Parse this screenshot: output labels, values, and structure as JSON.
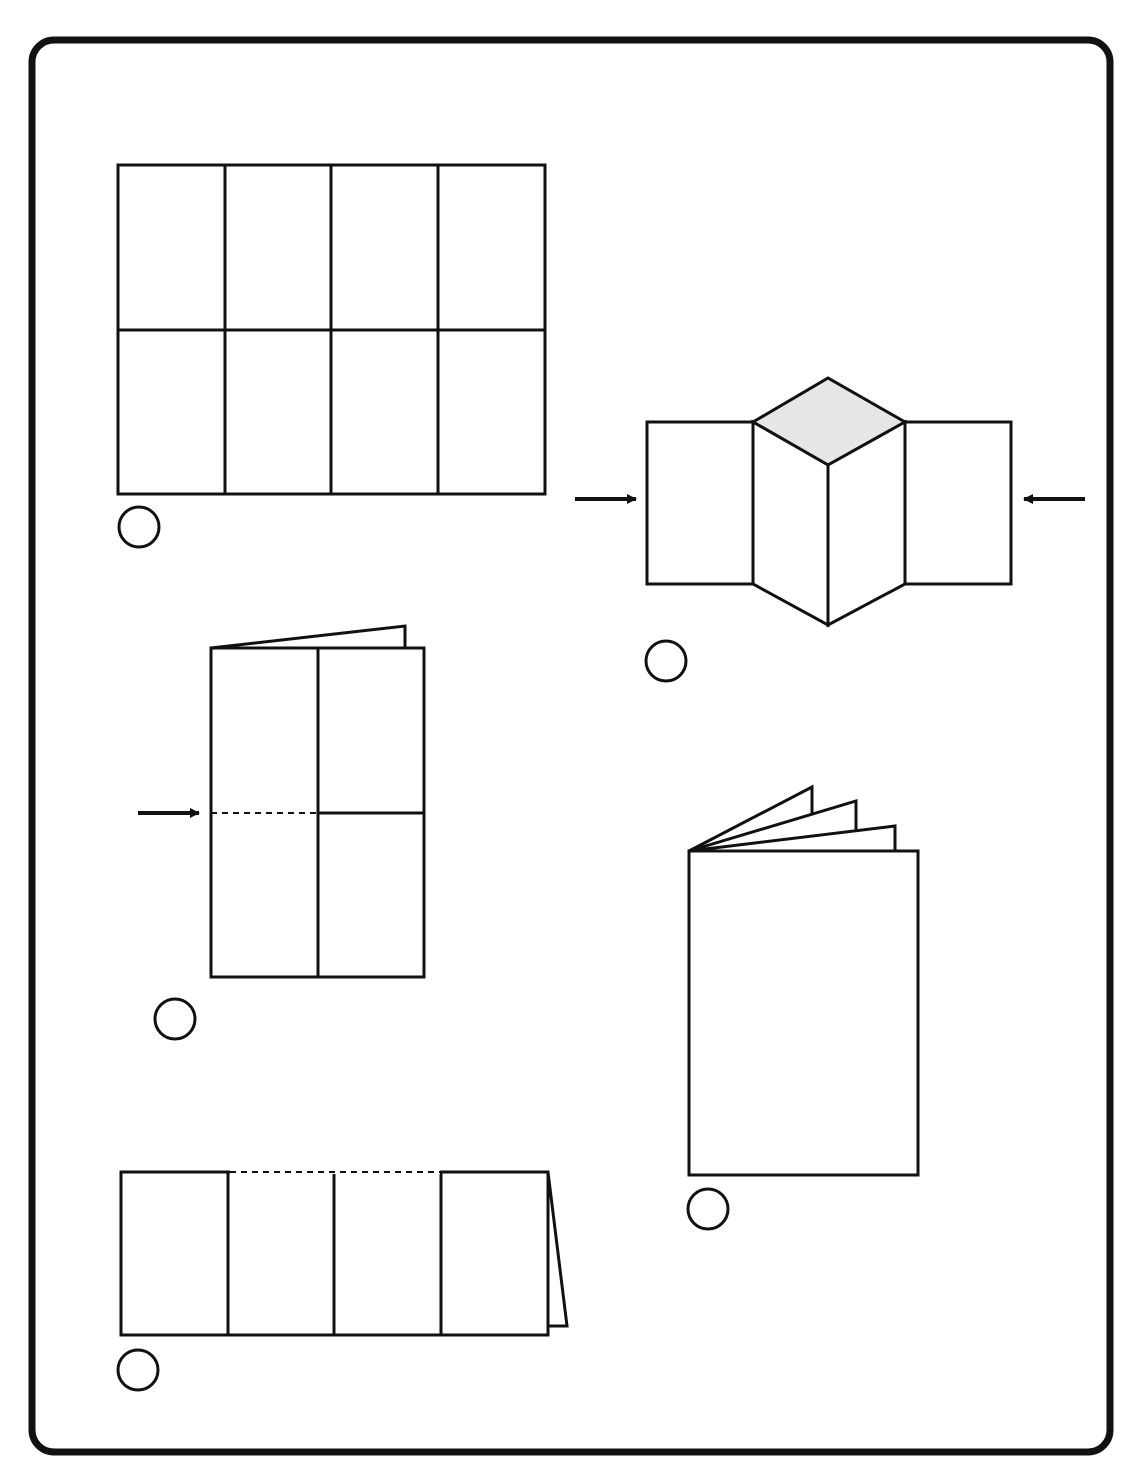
{
  "diagram": {
    "steps": [
      {
        "id": "step-flat-sheet",
        "order_marker": ""
      },
      {
        "id": "step-push-center",
        "order_marker": ""
      },
      {
        "id": "step-folded-half",
        "order_marker": ""
      },
      {
        "id": "step-finished-booklet",
        "order_marker": ""
      },
      {
        "id": "step-folded-strip",
        "order_marker": ""
      }
    ],
    "colors": {
      "line": "#111111",
      "background": "#ffffff",
      "shaded_face": "#e6e6e6"
    }
  }
}
